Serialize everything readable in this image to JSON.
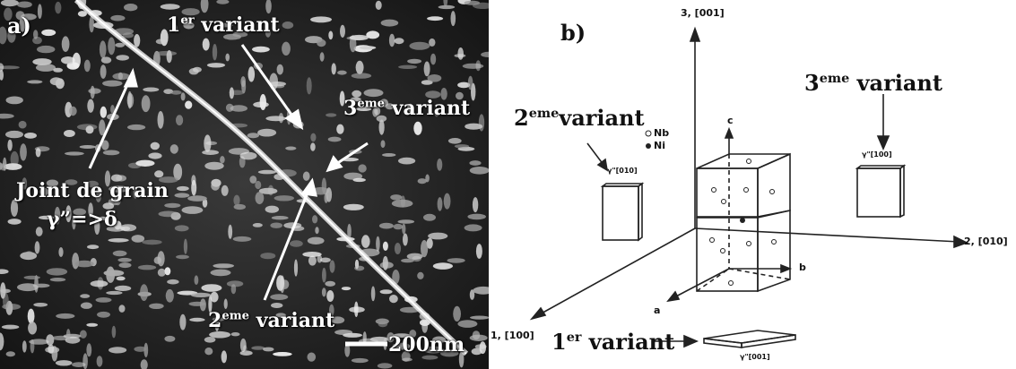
{
  "panel_a": {
    "label": "a)",
    "variant1": {
      "base": "1",
      "sup": "er",
      "word": " variant"
    },
    "variant3": {
      "base": "3",
      "sup": "eme",
      "word": " variant"
    },
    "variant2": {
      "base": "2",
      "sup": "eme",
      "word": " variant"
    },
    "grain_boundary": "Joint de grain",
    "transformation": "γ”=>δ",
    "scale_bar": "200nm"
  },
  "panel_b": {
    "label": "b)",
    "variant2": {
      "base": "2",
      "sup": "eme",
      "word": "variant"
    },
    "variant3": {
      "base": "3",
      "sup": "eme",
      "word": " variant"
    },
    "variant1": {
      "base": "1",
      "sup": "er",
      "word": " variant"
    },
    "legend_nb": "Nb",
    "legend_ni": "Ni",
    "axis_1": "1, [100]",
    "axis_2": "2, [010]",
    "axis_3": "3, [001]",
    "cell_a": "a",
    "cell_b": "b",
    "cell_c": "c",
    "plate_010": "γ\"[010]",
    "plate_100": "γ\"[100]",
    "plate_001": "γ\"[001]"
  }
}
